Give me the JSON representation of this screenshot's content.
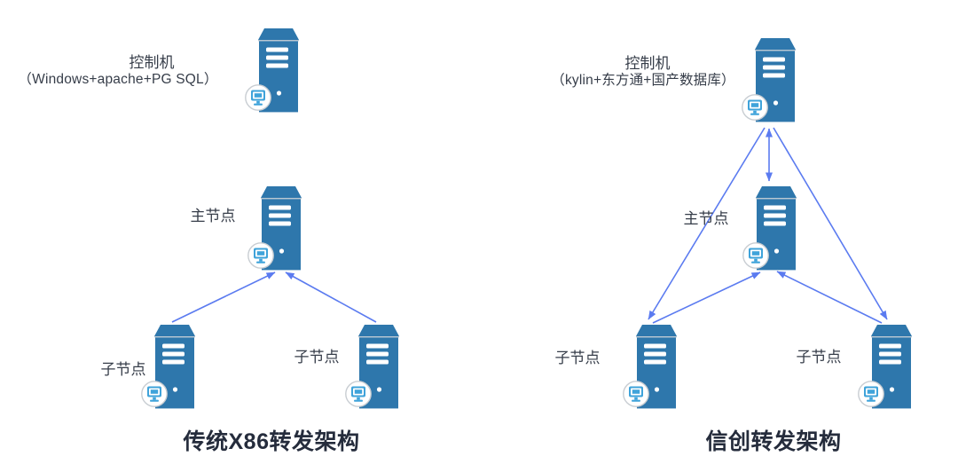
{
  "colors": {
    "server_fill": "#2e77ac",
    "arrow": "#5b7bf0",
    "monitor_glyph": "#3fa3da",
    "title_text": "#252c3c",
    "label_text": "#363d49"
  },
  "diagrams": [
    {
      "title": "传统X86转发架构",
      "nodes": {
        "controller": {
          "name": "控制机",
          "stack": "（Windows+apache+PG SQL）"
        },
        "master": {
          "name": "主节点"
        },
        "child_left": {
          "name": "子节点"
        },
        "child_right": {
          "name": "子节点"
        }
      },
      "edges": [
        {
          "from": "child_left",
          "to": "master",
          "arrows": "to"
        },
        {
          "from": "child_right",
          "to": "master",
          "arrows": "to"
        }
      ]
    },
    {
      "title": "信创转发架构",
      "nodes": {
        "controller": {
          "name": "控制机",
          "stack": "（kylin+东方通+国产数据库）"
        },
        "master": {
          "name": "主节点"
        },
        "child_left": {
          "name": "子节点"
        },
        "child_right": {
          "name": "子节点"
        }
      },
      "edges": [
        {
          "from": "controller",
          "to": "master",
          "arrows": "both"
        },
        {
          "from": "controller",
          "to": "child_left",
          "arrows": "to"
        },
        {
          "from": "controller",
          "to": "child_right",
          "arrows": "to"
        },
        {
          "from": "child_left",
          "to": "master",
          "arrows": "to"
        },
        {
          "from": "child_right",
          "to": "master",
          "arrows": "to"
        }
      ]
    }
  ]
}
